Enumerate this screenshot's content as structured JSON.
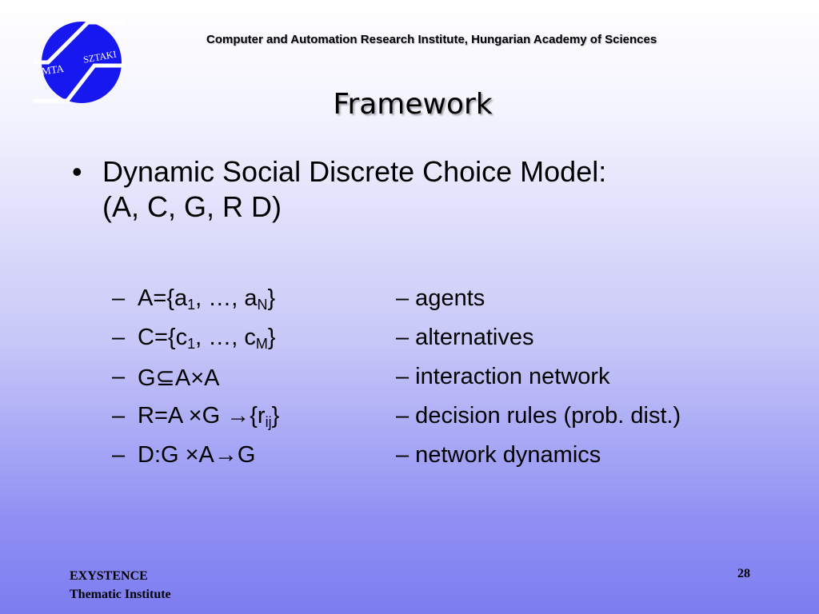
{
  "header": {
    "institute": "Computer and Automation Research Institute, Hungarian Academy of Sciences",
    "logo": {
      "text_left": "MTA",
      "text_right": "SZTAKI",
      "color": "#1717f0"
    }
  },
  "slide": {
    "title": "Framework",
    "bullet": {
      "marker": "•",
      "line1": "Dynamic Social Discrete Choice Model:",
      "line2": "(A, C, G, R D)"
    },
    "items": [
      {
        "dash": "–",
        "def_main": "A={a",
        "sub1": "1",
        "def_mid": ", …, a",
        "sub2": "N",
        "def_end": "}",
        "desc": "– agents"
      },
      {
        "dash": "–",
        "def_main": "C={c",
        "sub1": "1",
        "def_mid": ", …, c",
        "sub2": "M",
        "def_end": "}",
        "desc": "– alternatives"
      },
      {
        "dash": "–",
        "def_main": "G⊆A×A",
        "sub1": "",
        "def_mid": "",
        "sub2": "",
        "def_end": "",
        "desc": "– interaction network"
      },
      {
        "dash": "–",
        "def_main": "R=A ×G →{r",
        "sub1": "",
        "def_mid": "",
        "sub2": "ij",
        "def_end": "}",
        "desc": "– decision rules (prob. dist.)"
      },
      {
        "dash": "–",
        "def_main": "D:G ×A→G",
        "sub1": "",
        "def_mid": "",
        "sub2": "",
        "def_end": "",
        "desc": "– network dynamics"
      }
    ]
  },
  "footer": {
    "left_line1": "EXYSTENCE",
    "left_line2": "Thematic Institute",
    "page_number": "28"
  }
}
